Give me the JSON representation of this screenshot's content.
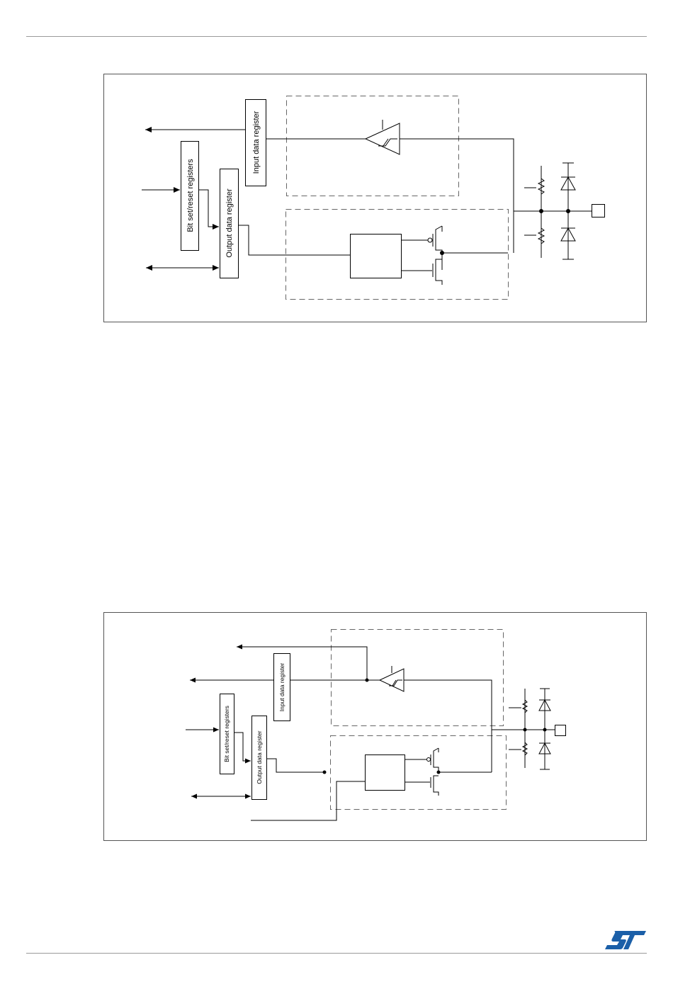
{
  "figure1": {
    "input_register_label": "Input data register",
    "bitset_register_label": "Bit set/reset registers",
    "output_register_label": "Output data register"
  },
  "figure2": {
    "input_register_label": "Input data register",
    "bitset_register_label": "Bit set/reset registers",
    "output_register_label": "Output data register"
  },
  "logo": {
    "name": "st-logo-icon",
    "color": "#1b5fa8"
  }
}
